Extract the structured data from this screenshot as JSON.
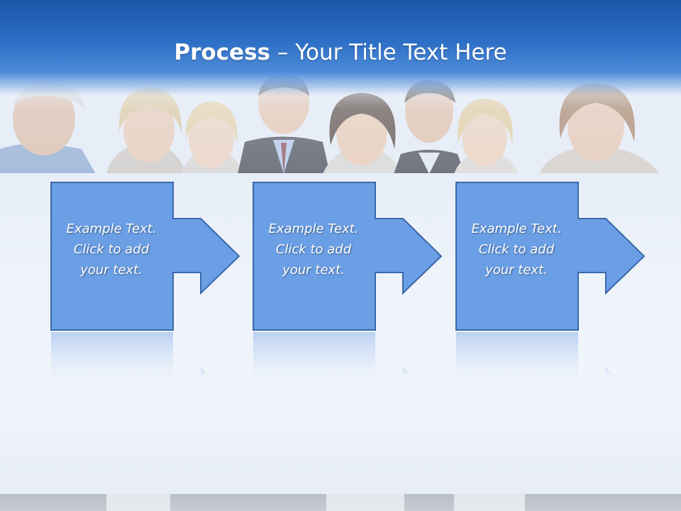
{
  "slide": {
    "title_bold": "Process",
    "title_rest": " – Your Title Text Here"
  },
  "steps": [
    {
      "line1": "Example Text.",
      "line2": "Click  to add",
      "line3": "your text."
    },
    {
      "line1": "Example Text.",
      "line2": "Click  to add",
      "line3": "your text."
    },
    {
      "line1": "Example Text.",
      "line2": "Click  to add",
      "line3": "your text."
    }
  ],
  "colors": {
    "title_band": "#2a6cc4",
    "shape_fill": "#6a9fe6",
    "shape_stroke": "#3a68a8",
    "text": "#ffffff"
  }
}
